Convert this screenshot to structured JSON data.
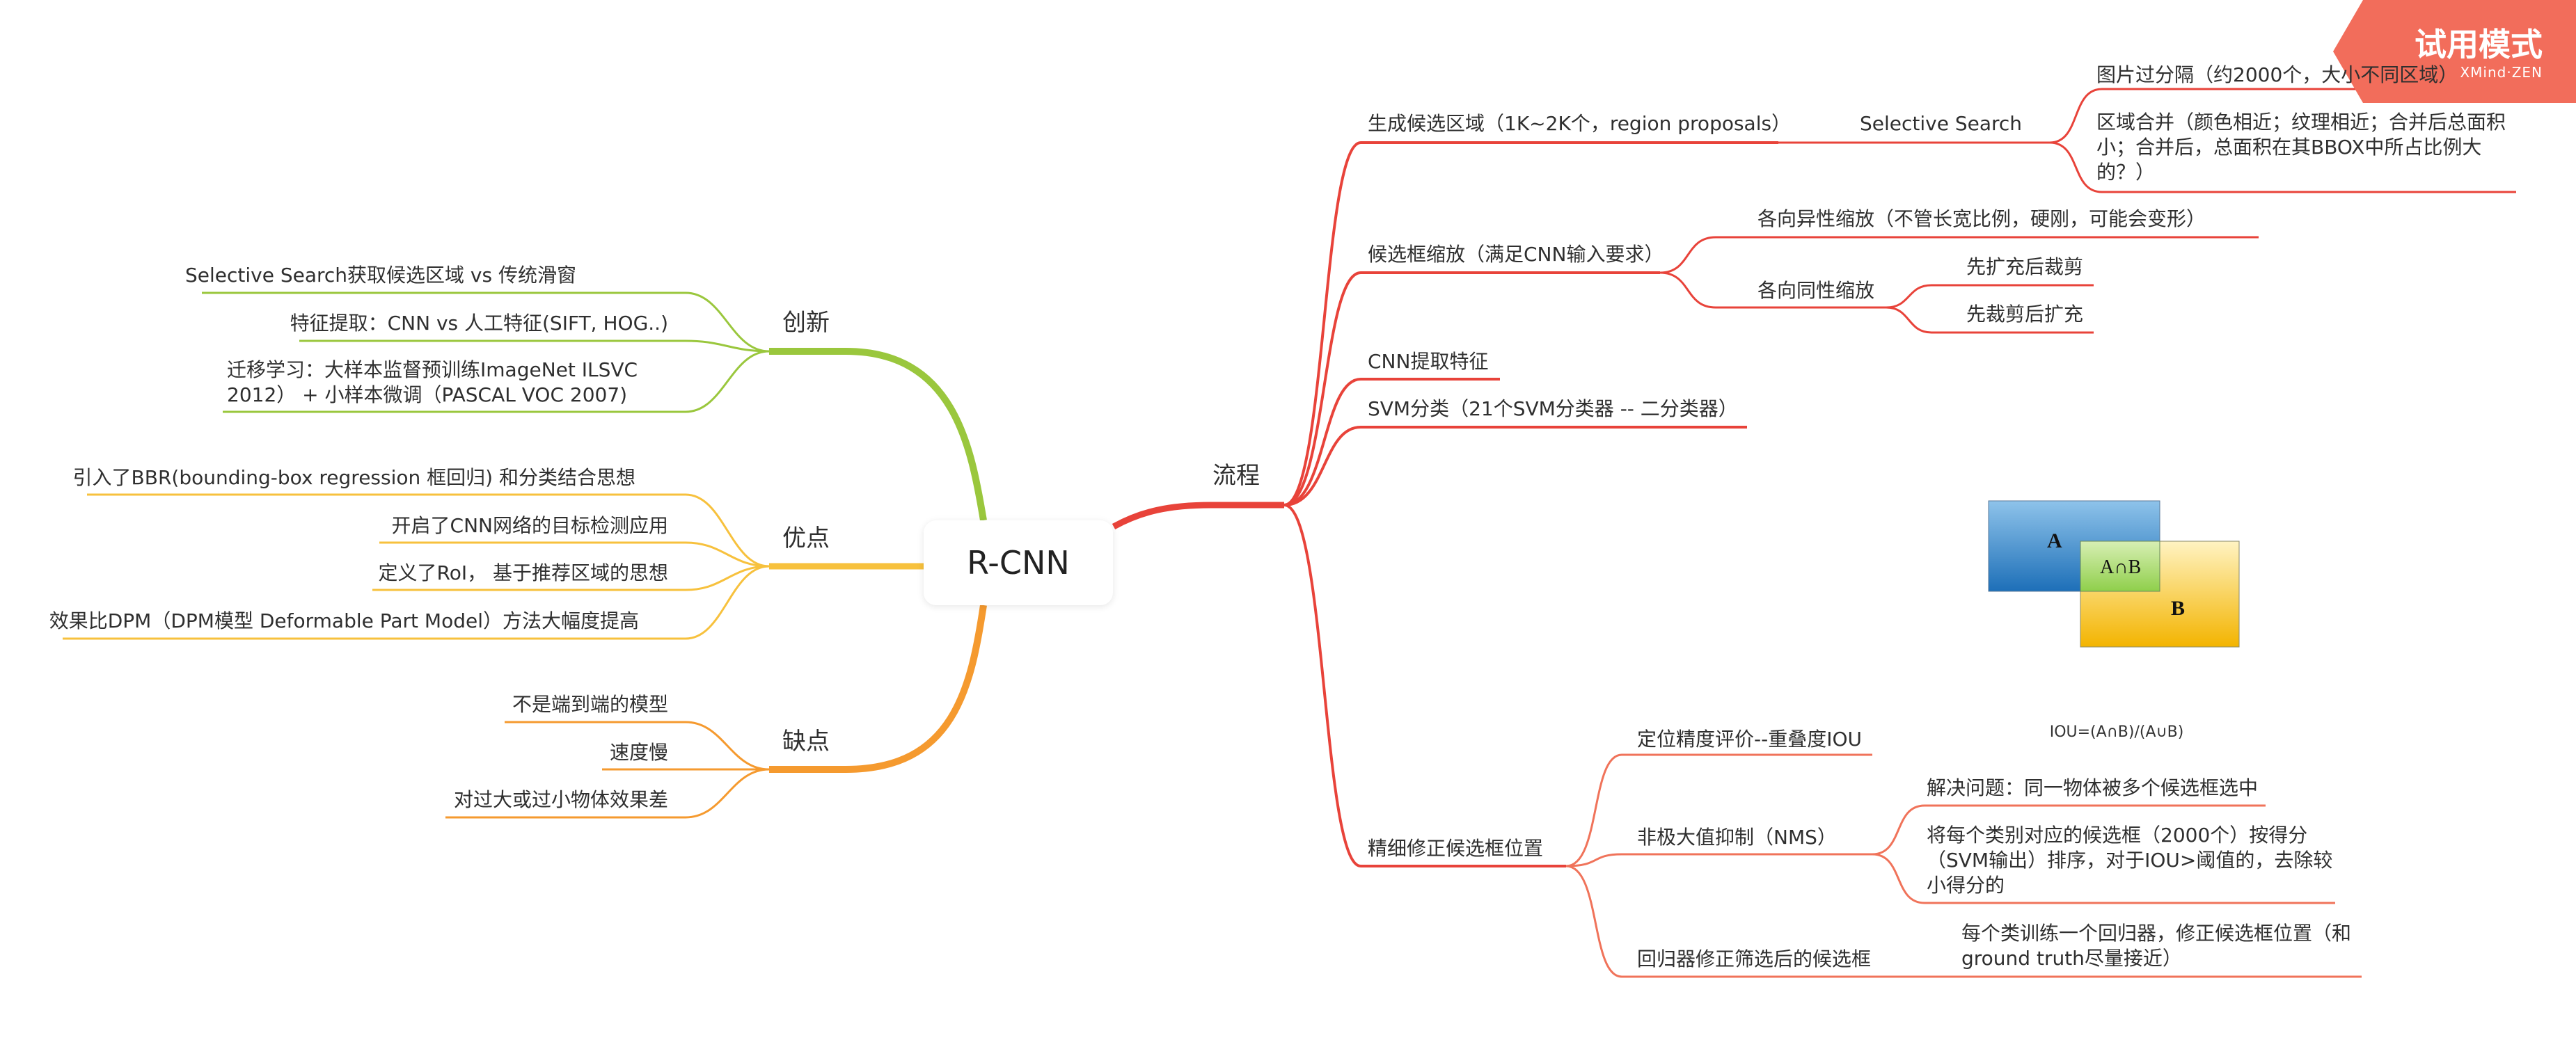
{
  "watermark": {
    "title": "试用模式",
    "subtitle": "XMind·ZEN"
  },
  "root": "R-CNN",
  "colors": {
    "flow": "#e8433a",
    "innovation": "#9ac73d",
    "pros": "#f7c13d",
    "cons": "#f59a2f",
    "refine": "#f0735a"
  },
  "left": {
    "innovation": {
      "label": "创新",
      "items": [
        "Selective Search获取候选区域 vs 传统滑窗",
        "特征提取：CNN vs 人工特征(SIFT, HOG..)",
        "迁移学习：大样本监督预训练ImageNet ILSVC 2012） + 小样本微调（PASCAL VOC 2007)"
      ]
    },
    "pros": {
      "label": "优点",
      "items": [
        "引入了BBR(bounding-box regression 框回归) 和分类结合思想",
        "开启了CNN网络的目标检测应用",
        "定义了RoI， 基于推荐区域的思想",
        "效果比DPM（DPM模型 Deformable Part Model）方法大幅度提高"
      ]
    },
    "cons": {
      "label": "缺点",
      "items": [
        "不是端到端的模型",
        "速度慢",
        "对过大或过小物体效果差"
      ]
    }
  },
  "flow": {
    "label": "流程",
    "steps": [
      {
        "label": "生成候选区域（1K~2K个，region proposals）",
        "sub": {
          "label": "Selective Search",
          "items": [
            "图片过分隔（约2000个，大小不同区域）",
            "区域合并（颜色相近；纹理相近；合并后总面积小；合并后，总面积在其BBOX中所占比例大的？）"
          ]
        }
      },
      {
        "label": "候选框缩放（满足CNN输入要求）",
        "items": [
          {
            "label": "各向异性缩放（不管长宽比例，硬刚，可能会变形）"
          },
          {
            "label": "各向同性缩放",
            "items": [
              "先扩充后裁剪",
              "先裁剪后扩充"
            ]
          }
        ]
      },
      {
        "label": "CNN提取特征"
      },
      {
        "label": "SVM分类（21个SVM分类器 -- 二分类器）"
      }
    ]
  },
  "refine": {
    "label": "精细修正候选框位置",
    "items": [
      {
        "label": "定位精度评价--重叠度IOU"
      },
      {
        "label": "非极大值抑制（NMS）",
        "items": [
          "解决问题：同一物体被多个候选框选中",
          "将每个类别对应的候选框（2000个）按得分（SVM输出）排序，对于IOU>阈值的，去除较小得分的"
        ]
      },
      {
        "label": "回归器修正筛选后的候选框",
        "items": [
          "每个类训练一个回归器，修正候选框位置（和ground truth尽量接近）"
        ]
      }
    ]
  },
  "iou_figure": {
    "a": "A",
    "b": "B",
    "ab": "A∩B",
    "caption": "IOU=(A∩B)/(A∪B)"
  }
}
